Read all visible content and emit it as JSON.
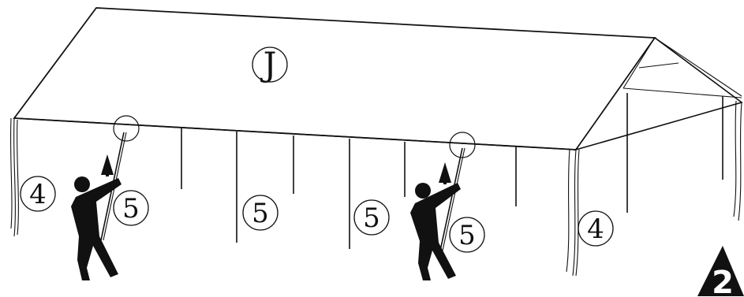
{
  "diagram": {
    "canopy_label": "J",
    "part_labels": [
      "4",
      "5",
      "5",
      "5",
      "5",
      "4"
    ],
    "step_number": "2"
  }
}
